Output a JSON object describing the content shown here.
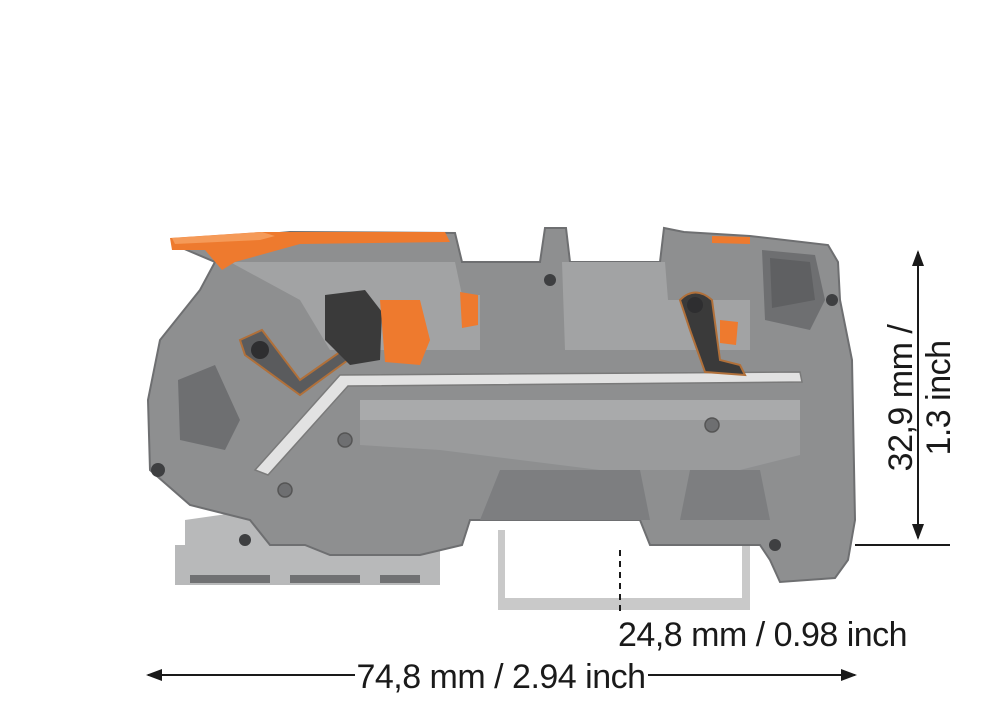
{
  "dimensions": {
    "width_label": "74,8 mm / 2.94 inch",
    "height_label_mm": "32,9 mm /",
    "height_label_inch": "1.3 inch",
    "rail_label": "24,8 mm / 0.98 inch"
  },
  "colors": {
    "housing": "#8e8f90",
    "housing_dark": "#6e6f71",
    "housing_light": "#a9aaab",
    "lever": "#ee7a2e",
    "clamp_dark": "#3a3a3a",
    "busbar": "#dcdcdc",
    "rail": "#c6c6c6",
    "dimension_line": "#1a1a1a"
  },
  "icons": [
    "orange-lever",
    "push-in-clamp",
    "dimension-arrow"
  ]
}
